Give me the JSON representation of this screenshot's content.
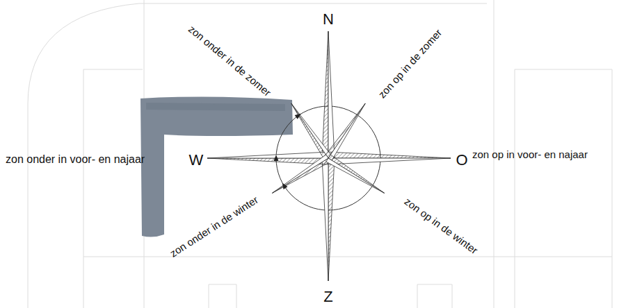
{
  "diagram": {
    "labels": [
      "zon onder in de zomer",
      "N",
      "zon op in de zomer",
      "zon onder in voor- en najaar",
      "W",
      "O",
      "zon op in voor- en najaar",
      "zon onder in de winter",
      "zon op in de winter",
      "Z"
    ]
  }
}
